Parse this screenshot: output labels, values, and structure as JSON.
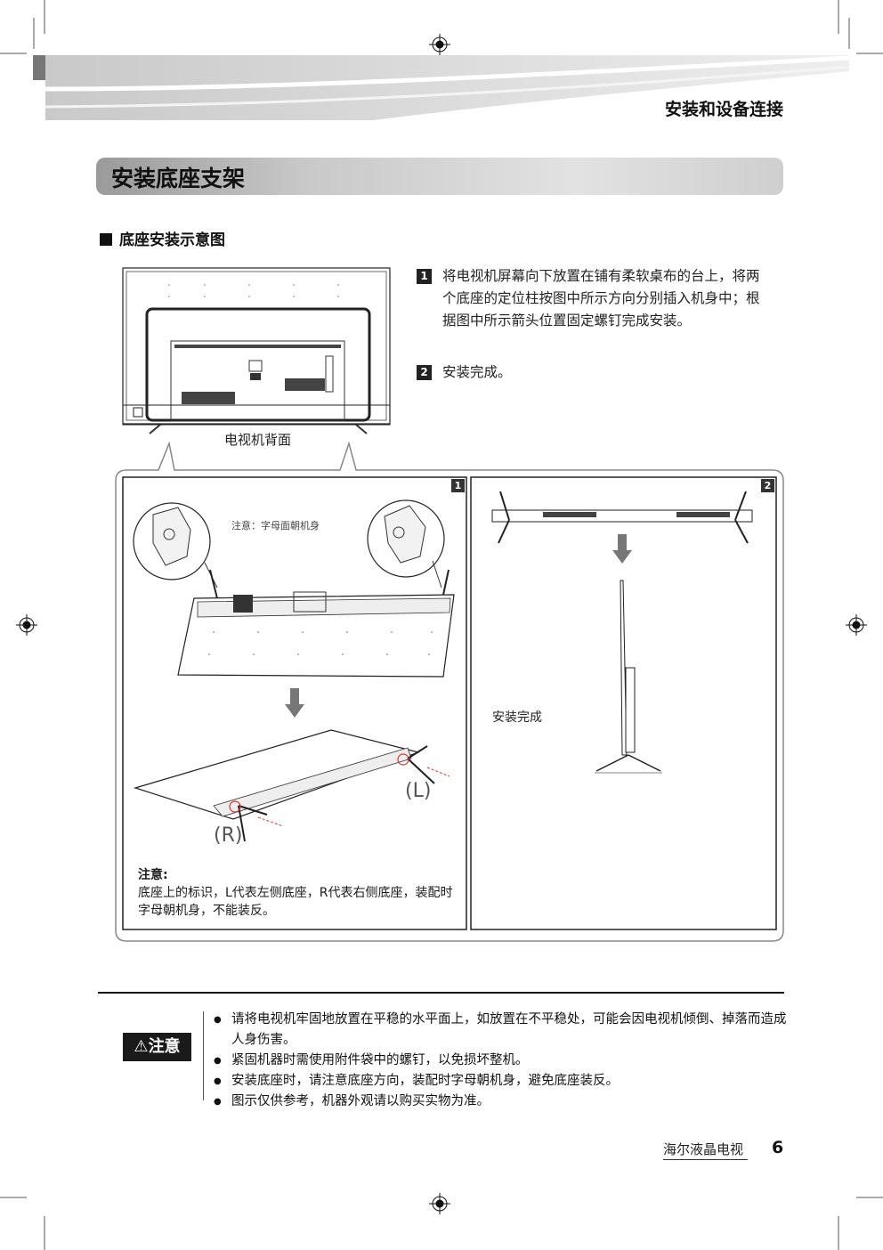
{
  "header": {
    "section_label": "安装和设备连接"
  },
  "section": {
    "title": "安装底座支架"
  },
  "subsection": {
    "title": "底座安装示意图"
  },
  "steps": [
    {
      "num": "1",
      "text": "将电视机屏幕向下放置在铺有柔软桌布的台上，将两个底座的定位柱按图中所示方向分别插入机身中；根据图中所示箭头位置固定螺钉完成安装。"
    },
    {
      "num": "2",
      "text": "安装完成。"
    }
  ],
  "figure": {
    "tv_back_caption": "电视机背面",
    "panel1": {
      "num": "1",
      "callout": "注意：字母面朝机身",
      "label_l": "(L)",
      "label_r": "(R)"
    },
    "panel2": {
      "num": "2",
      "caption": "安装完成"
    },
    "note": {
      "title": "注意:",
      "text": "底座上的标识，L代表左侧底座，R代表右侧底座，装配时字母朝机身，不能装反。"
    }
  },
  "warning": {
    "badge": "注意",
    "items": [
      "请将电视机牢固地放置在平稳的水平面上，如放置在不平稳处，可能会因电视机倾倒、掉落而造成人身伤害。",
      "紧固机器时需使用附件袋中的螺钉，以免损坏整机。",
      "安装底座时，请注意底座方向，装配时字母朝机身，避免底座装反。",
      "图示仅供参考，机器外观请以购买实物为准。"
    ]
  },
  "footer": {
    "brand": "海尔液晶电视",
    "page": "6"
  }
}
